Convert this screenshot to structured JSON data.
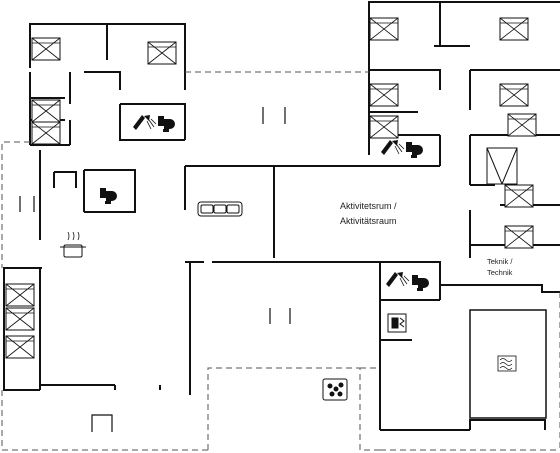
{
  "rooms": {
    "activity_room_line1": "Aktivitetsrum /",
    "activity_room_line2": "Aktivitätsraum",
    "technical_line1": "Teknik /",
    "technical_line2": "Technik"
  },
  "colors": {
    "wall": "#111111",
    "icon": "#111111",
    "dashed": "#555555",
    "background": "#ffffff"
  },
  "icons": [
    "bed-icon",
    "shower-icon",
    "toilet-icon",
    "sofa-icon",
    "cooking-pot-icon",
    "wardrobe-icon",
    "washing-machine-icon",
    "hot-tub-icon",
    "sauna-heater-icon"
  ]
}
